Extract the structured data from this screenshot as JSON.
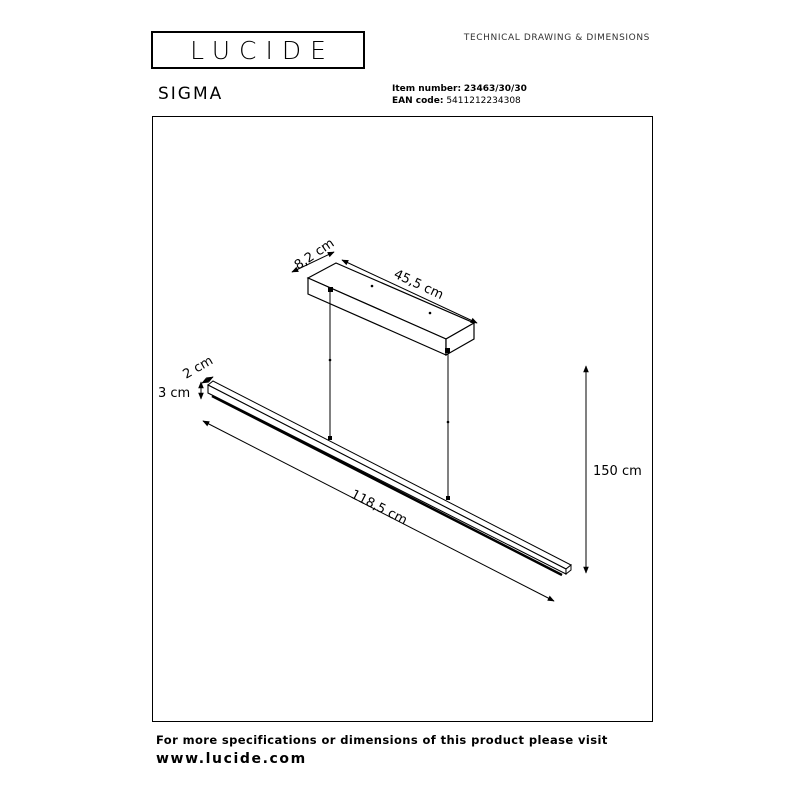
{
  "header": {
    "brand": "LUCIDE",
    "doc_type": "TECHNICAL DRAWING & DIMENSIONS"
  },
  "product": {
    "name": "SIGMA",
    "item_label": "Item number:",
    "item_value": "23463/30/30",
    "ean_label": "EAN code:",
    "ean_value": "5411212234308"
  },
  "dimensions": {
    "canopy_width": "8,2 cm",
    "canopy_length": "45,5 cm",
    "bar_width": "2 cm",
    "bar_height": "3 cm",
    "bar_length": "118,5 cm",
    "total_height": "150 cm"
  },
  "footer": {
    "text": "For more specifications or dimensions of this product please visit",
    "url": "www.lucide.com"
  }
}
